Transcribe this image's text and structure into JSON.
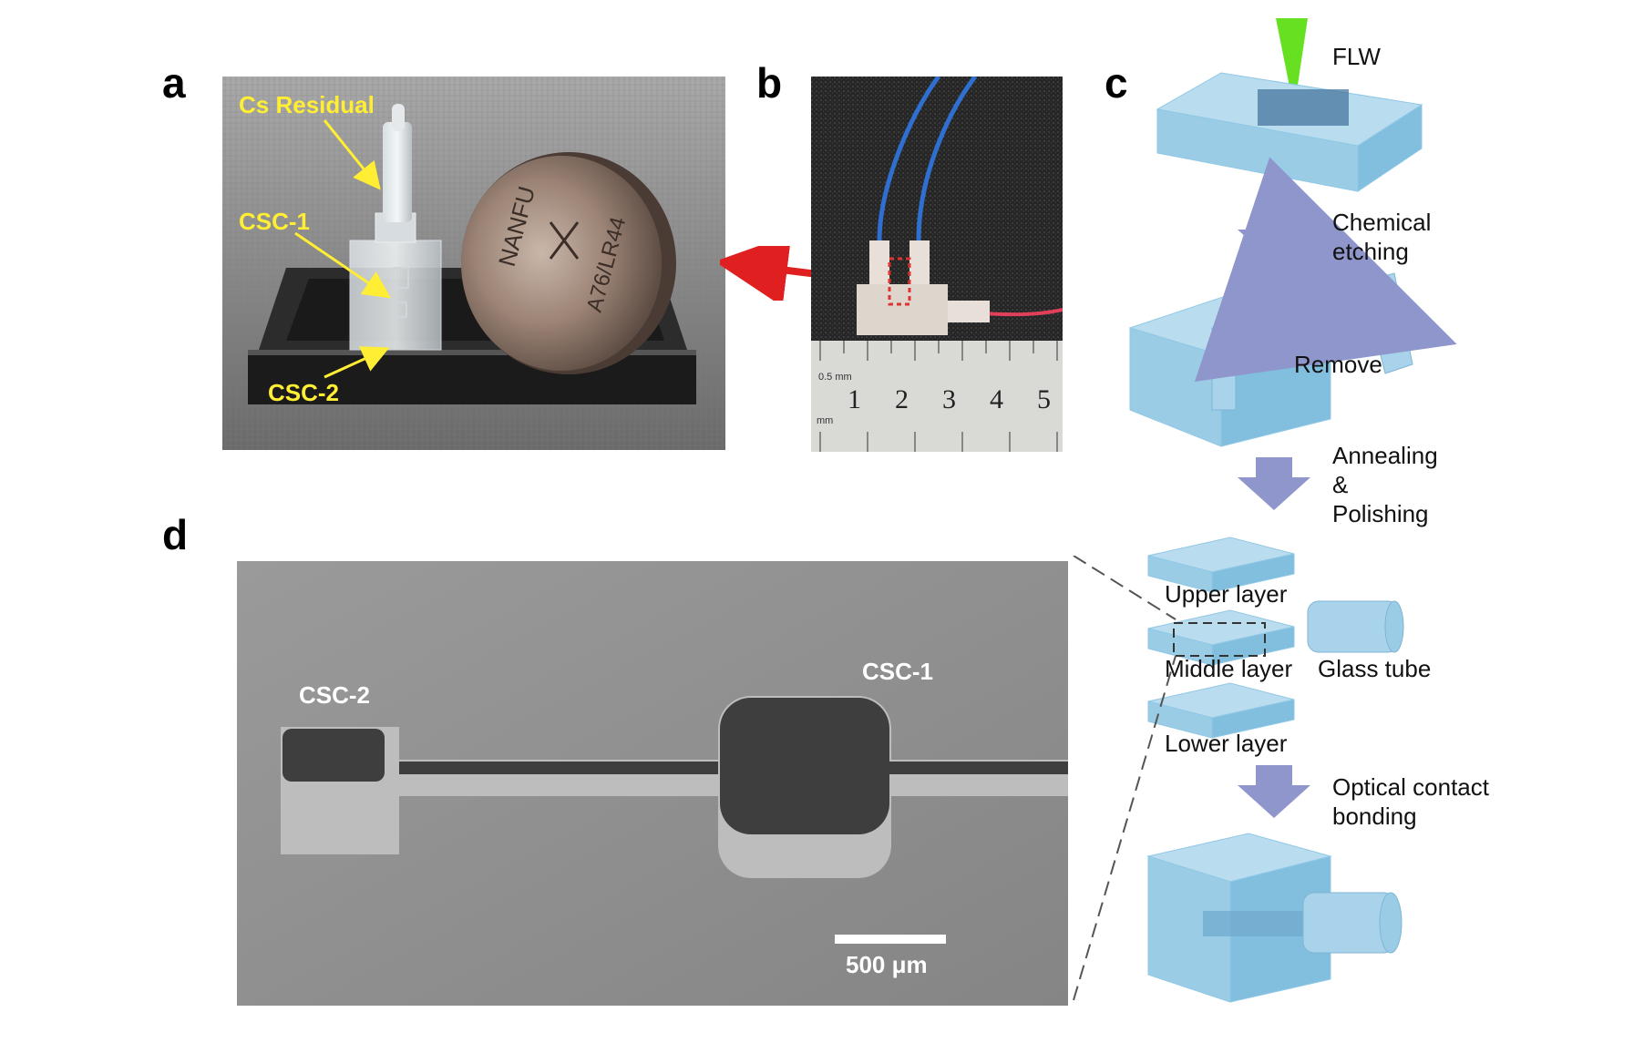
{
  "panels": {
    "a": "a",
    "b": "b",
    "c": "c",
    "d": "d"
  },
  "panel_a": {
    "labels": {
      "cs_residual": "Cs Residual",
      "csc1": "CSC-1",
      "csc2": "CSC-2"
    },
    "battery_text": "NANFU",
    "battery_code": "A76/LR44"
  },
  "panel_b": {
    "ruler_small_1": "0.5 mm",
    "ruler_small_2": "mm",
    "ruler_numbers": [
      "1",
      "2",
      "3",
      "4",
      "5"
    ]
  },
  "panel_c": {
    "flw": "FLW",
    "step1_line1": "Chemical",
    "step1_line2": "etching",
    "remove": "Remove",
    "step2_line1": "Annealing",
    "step2_line2": "&",
    "step2_line3": "Polishing",
    "upper_layer": "Upper layer",
    "middle_layer": "Middle layer",
    "lower_layer": "Lower layer",
    "glass_tube": "Glass tube",
    "step3_line1": "Optical contact",
    "step3_line2": "bonding"
  },
  "panel_d": {
    "csc1": "CSC-1",
    "csc2": "CSC-2",
    "scale_bar": "500 μm"
  },
  "colors": {
    "glass_blue": "#8fc8e6",
    "arrow_purple": "#8e96cc",
    "laser_green": "#66e020",
    "label_yellow": "#ffee33",
    "arrow_red": "#e02020"
  }
}
